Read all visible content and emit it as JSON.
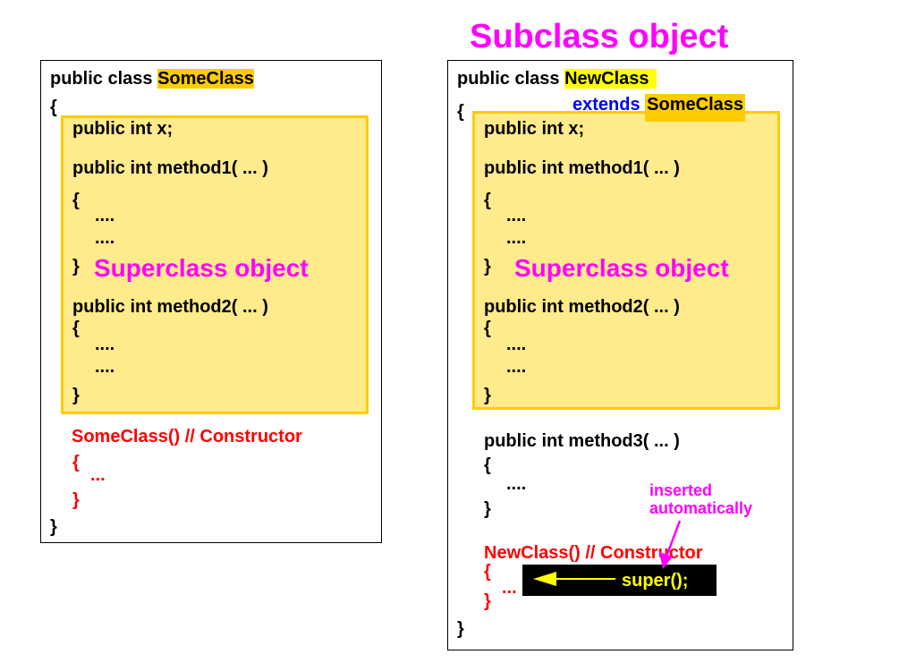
{
  "title": "Subclass object",
  "left": {
    "header_prefix": "public class ",
    "class_name": "SomeClass",
    "open_brace": "{",
    "field": "public  int x;",
    "method1": "public int method1( ... )",
    "m1_open": "{",
    "m1_body1": "....",
    "m1_body2": "....",
    "m1_close": "}",
    "super_label": "Superclass object",
    "method2": "public int method2( ... )",
    "m2_open": "{",
    "m2_body1": "....",
    "m2_body2": "....",
    "m2_close": "}",
    "constructor": "SomeClass() // Constructor",
    "ctor_open": "{",
    "ctor_body": "...",
    "ctor_close": "}",
    "close_brace": "}"
  },
  "right": {
    "header_prefix": "public class ",
    "class_name": "NewClass",
    "extends_keyword": "extends",
    "extends_class": "SomeClass",
    "open_brace": "{",
    "field": "public  int x;",
    "method1": "public int method1( ... )",
    "m1_open": "{",
    "m1_body1": "....",
    "m1_body2": "....",
    "m1_close": "}",
    "super_label": "Superclass object",
    "method2": "public int method2( ... )",
    "m2_open": "{",
    "m2_body1": "....",
    "m2_body2": "....",
    "m2_close": "}",
    "method3": "public int method3( ... )",
    "m3_open": "{",
    "m3_body": "....",
    "m3_close": "}",
    "note_line1": "inserted",
    "note_line2": "automatically",
    "constructor": "NewClass() // Constructor",
    "ctor_open": "{",
    "ctor_body": "...",
    "super_call": "super();",
    "ctor_close": "}",
    "close_brace": "}"
  },
  "colors": {
    "title": "#ff00ff",
    "highlight": "#ffcc00",
    "superclass_fill": "#ffea8c",
    "constructor": "#ff0000",
    "extends": "#0000ee",
    "super_call_bg": "#000000",
    "super_call_text": "#ffff00"
  }
}
